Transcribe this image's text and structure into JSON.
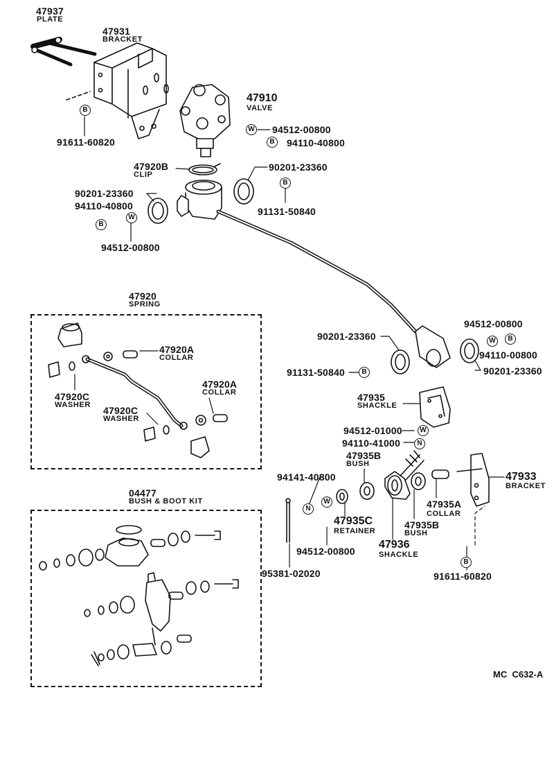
{
  "parts": {
    "p47937": {
      "num": "47937",
      "name": "PLATE"
    },
    "p47931": {
      "num": "47931",
      "name": "BRACKET"
    },
    "p47910": {
      "num": "47910",
      "name": "VALVE"
    },
    "p47920B": {
      "num": "47920B",
      "name": "CLIP"
    },
    "p47920": {
      "num": "47920",
      "name": "SPRING"
    },
    "p47920A_1": {
      "num": "47920A",
      "name": "COLLAR"
    },
    "p47920A_2": {
      "num": "47920A",
      "name": "COLLAR"
    },
    "p47920C_1": {
      "num": "47920C",
      "name": "WASHER"
    },
    "p47920C_2": {
      "num": "47920C",
      "name": "WASHER"
    },
    "p04477": {
      "num": "04477",
      "name": "BUSH & BOOT KIT"
    },
    "p47935": {
      "num": "47935",
      "name": "SHACKLE"
    },
    "p47935B_1": {
      "num": "47935B",
      "name": "BUSH"
    },
    "p47935B_2": {
      "num": "47935B",
      "name": "BUSH"
    },
    "p47935C": {
      "num": "47935C",
      "name": "RETAINER"
    },
    "p47936": {
      "num": "47936",
      "name": "SHACKLE"
    },
    "p47935A": {
      "num": "47935A",
      "name": "COLLAR"
    },
    "p47933": {
      "num": "47933",
      "name": "BRACKET"
    }
  },
  "hardware": {
    "h91611_top": "91611-60820",
    "h94512_top": "94512-00800",
    "h94110_top": "94110-40800",
    "h90201_r": "90201-23360",
    "h91131_r": "91131-50840",
    "h90201_l": "90201-23360",
    "h94110_l": "94110-40800",
    "h94512_l": "94512-00800",
    "h90201_mid": "90201-23360",
    "h91131_mid": "91131-50840",
    "h94512_rr": "94512-00800",
    "h94110_rr": "94110-00800",
    "h90201_rr": "90201-23360",
    "h94512_01000": "94512-01000",
    "h94110_41000": "94110-41000",
    "h94141": "94141-40800",
    "h94512_bot": "94512-00800",
    "h95381": "95381-02020",
    "h91611_bot": "91611-60820"
  },
  "symbols": {
    "bolt": "B",
    "washer": "W",
    "nut": "N"
  },
  "footer": {
    "code": "MC  C632-A"
  }
}
